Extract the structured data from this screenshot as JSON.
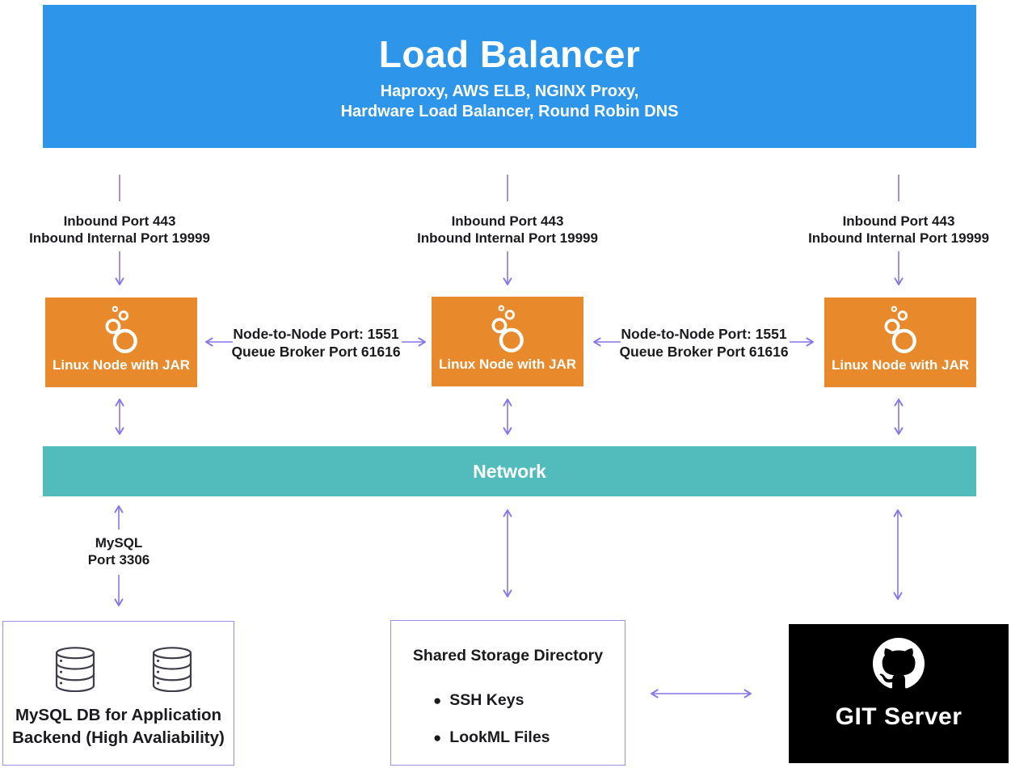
{
  "colors": {
    "load_balancer_blue": "#2e96ea",
    "node_orange": "#e8892c",
    "network_teal": "#52bcbc",
    "arrow_purple": "#8677e8",
    "outline_box_border": "#9c8fe8",
    "git_black": "#000000",
    "text_dark": "#1b1b1f"
  },
  "load_balancer": {
    "title": "Load Balancer",
    "subtitle_line1": "Haproxy, AWS ELB, NGINX Proxy,",
    "subtitle_line2": "Hardware Load Balancer, Round Robin DNS"
  },
  "inbound_label": {
    "line1": "Inbound Port 443",
    "line2": "Inbound Internal Port 19999"
  },
  "node_link_label": {
    "line1": "Node-to-Node Port: 1551",
    "line2": "Queue Broker Port 61616"
  },
  "linux_node": {
    "label": "Linux Node with JAR",
    "icon": "looker-icon"
  },
  "network": {
    "label": "Network"
  },
  "mysql_link_label": {
    "line1": "MySQL",
    "line2": "Port 3306"
  },
  "mysql_db": {
    "caption_line1": "MySQL DB for Application",
    "caption_line2": "Backend (High Avaliability)",
    "icon": "database-icon"
  },
  "shared_storage": {
    "title": "Shared Storage Directory",
    "bullet": "●",
    "items": [
      "SSH Keys",
      "LookML Files"
    ]
  },
  "git_server": {
    "label": "GIT Server",
    "icon": "github-icon"
  }
}
